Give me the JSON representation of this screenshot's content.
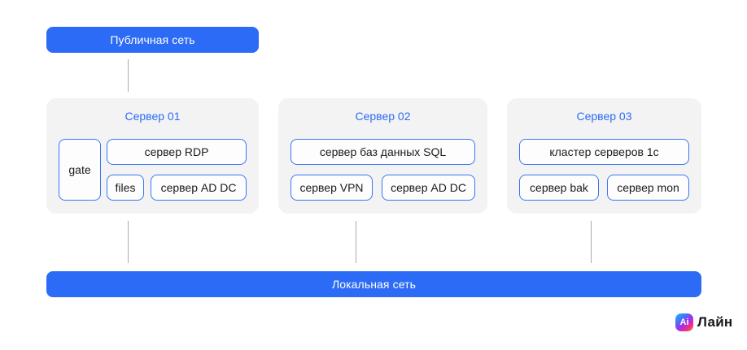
{
  "colors": {
    "accent_blue": "#2C6BF5",
    "node_border_blue": "#3B75F3",
    "panel_bg": "#F3F3F4",
    "node_bg": "#FDFDFD",
    "connector_gray": "#ABABAD",
    "node_text": "#1B1B1F",
    "logo_text": "#17171C",
    "logo_gradient": [
      "#19C4F7",
      "#3F7BF6",
      "#A22FF0",
      "#F62E7C",
      "#FF8A3C"
    ]
  },
  "public_network": {
    "label": "Публичная сеть"
  },
  "local_network": {
    "label": "Локальная сеть"
  },
  "servers": [
    {
      "title": "Сервер 01",
      "nodes": [
        {
          "label": "gate"
        },
        {
          "label": "сервер RDP"
        },
        {
          "label": "files"
        },
        {
          "label": "сервер AD DC"
        }
      ]
    },
    {
      "title": "Сервер 02",
      "nodes": [
        {
          "label": "сервер баз данных SQL"
        },
        {
          "label": "сервер VPN"
        },
        {
          "label": "сервер AD DC"
        }
      ]
    },
    {
      "title": "Сервер 03",
      "nodes": [
        {
          "label": "кластер серверов 1с"
        },
        {
          "label": "сервер bak"
        },
        {
          "label": "сервер mon"
        }
      ]
    }
  ],
  "logo": {
    "icon_letters": "Ai",
    "name": "Лайн"
  }
}
